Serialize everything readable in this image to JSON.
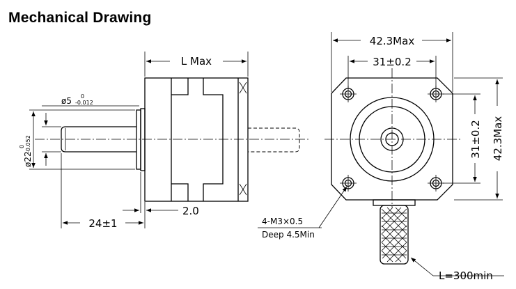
{
  "title": "Mechanical Drawing",
  "side_view": {
    "length_label": "L Max",
    "shaft_dia_base": "ø5",
    "shaft_dia_tol_upper": "0",
    "shaft_dia_tol_lower": "-0.012",
    "boss_dia_base": "ø22",
    "boss_dia_tol_upper": "0",
    "boss_dia_tol_lower": "-0.052",
    "shaft_length": "24±1",
    "flange_thickness": "2.0"
  },
  "front_view": {
    "width_max": "42.3Max",
    "hole_spacing_h": "31±0.2",
    "hole_spacing_v": "31±0.2",
    "height_max": "42.3Max",
    "screw_spec": "4-M3×0.5",
    "screw_depth": "Deep 4.5Min",
    "lead_length": "L=300min"
  }
}
